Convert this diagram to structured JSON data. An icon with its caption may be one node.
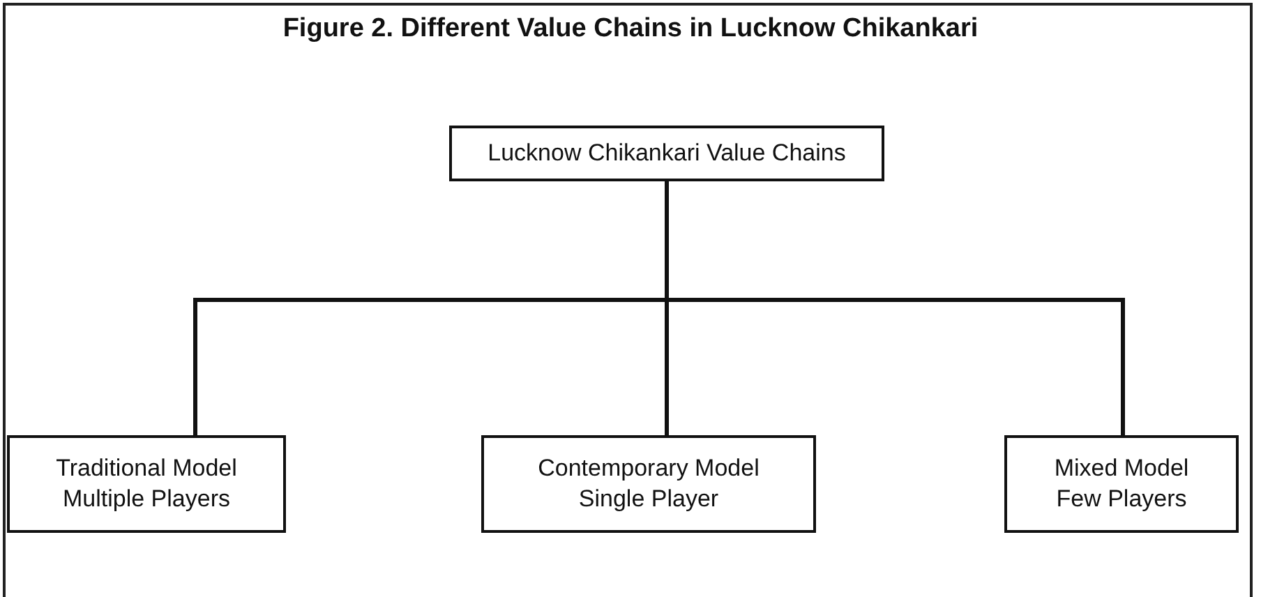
{
  "diagram": {
    "title": "Figure 2. Different Value Chains in Lucknow Chikankari",
    "nodes": [
      {
        "text": [
          "Lucknow Chikankari Value Chains"
        ]
      },
      {
        "text": [
          "Traditional Model",
          "Multiple Players"
        ]
      },
      {
        "text": [
          "Contemporary Model",
          "Single Player"
        ]
      },
      {
        "text": [
          "Mixed Model",
          "Few Players"
        ]
      }
    ],
    "edges": [
      {
        "from": 0,
        "to": 1,
        "arrow": "none"
      },
      {
        "from": 0,
        "to": 2,
        "arrow": "none"
      },
      {
        "from": 0,
        "to": 3,
        "arrow": "none"
      }
    ]
  }
}
